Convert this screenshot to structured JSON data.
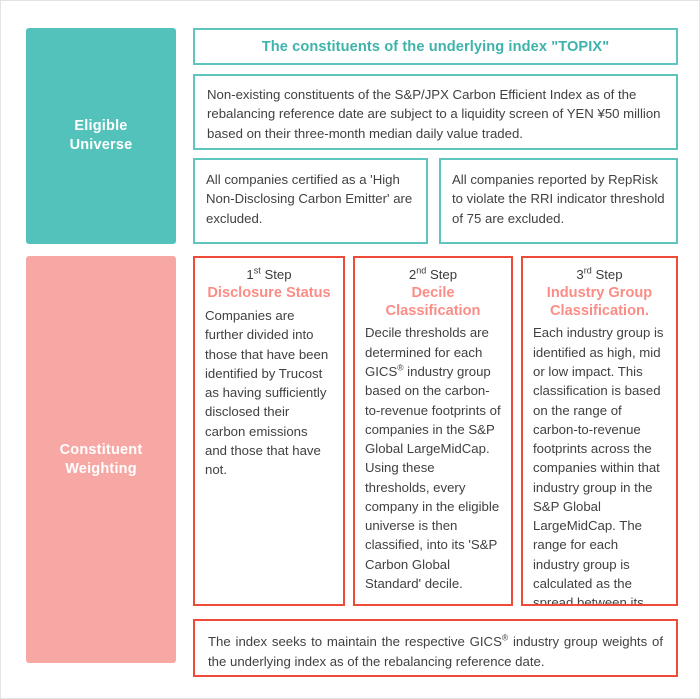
{
  "diagram": {
    "stages": [
      {
        "id": "eligible-universe",
        "label": "Eligible\nUniverse",
        "color": "#52c2ba"
      },
      {
        "id": "constituent-weighting",
        "label": "Constituent\nWeighting",
        "color": "#f7a8a4"
      }
    ],
    "eligible_universe": {
      "title": "The constituents of the underlying index \"TOPIX\"",
      "title_color": "#3fb3ab",
      "liquidity_note": "Non-existing constituents of the S&P/JPX Carbon Efficient Index as of the rebalancing reference date are subject to a liquidity screen of YEN ¥50 million based on their three-month median daily value traded.",
      "exclusions": [
        "All companies certified as a 'High Non-Disclosing Carbon Emitter' are excluded.",
        "All companies reported by RepRisk to violate the RRI indicator threshold of 75 are excluded."
      ]
    },
    "constituent_weighting": {
      "steps": [
        {
          "number": "1",
          "ordinal_suffix": "st",
          "number_label": "Step",
          "title": "Disclosure Status",
          "body": "Companies are further divided into those that have been identified by Trucost as having sufficiently disclosed their carbon emissions and those that have not."
        },
        {
          "number": "2",
          "ordinal_suffix": "nd",
          "number_label": "Step",
          "title": "Decile Classification",
          "body_part1": "Decile thresholds are determined for each GICS",
          "body_part2": " industry group based on the carbon-to-revenue footprints of companies in the S&P Global LargeMidCap. Using these thresholds, every company in the eligible universe is then classified, into its 'S&P Carbon Global Standard' decile."
        },
        {
          "number": "3",
          "ordinal_suffix": "rd",
          "number_label": "Step",
          "title": "Industry Group Classification.",
          "body": "Each industry group is identified as high, mid or low impact. This classification is based on the range of carbon-to-revenue footprints across the companies within that industry group in the S&P Global LargeMidCap. The range for each industry group is calculated as the spread between its first and last decile threshold"
        }
      ],
      "footer_part1": "The index seeks to maintain the respective GICS",
      "footer_part2": " industry group weights of the underlying index as of the rebalancing reference date."
    },
    "registered_mark": "®",
    "colors": {
      "teal": "#52c2ba",
      "teal_border": "#5fc5be",
      "teal_text": "#3fb3ab",
      "pink": "#f7a8a4",
      "red_border": "#ef4b3b",
      "step_title": "#fb8d86",
      "body_text": "#414141",
      "page_border": "#e3e3e3"
    }
  }
}
